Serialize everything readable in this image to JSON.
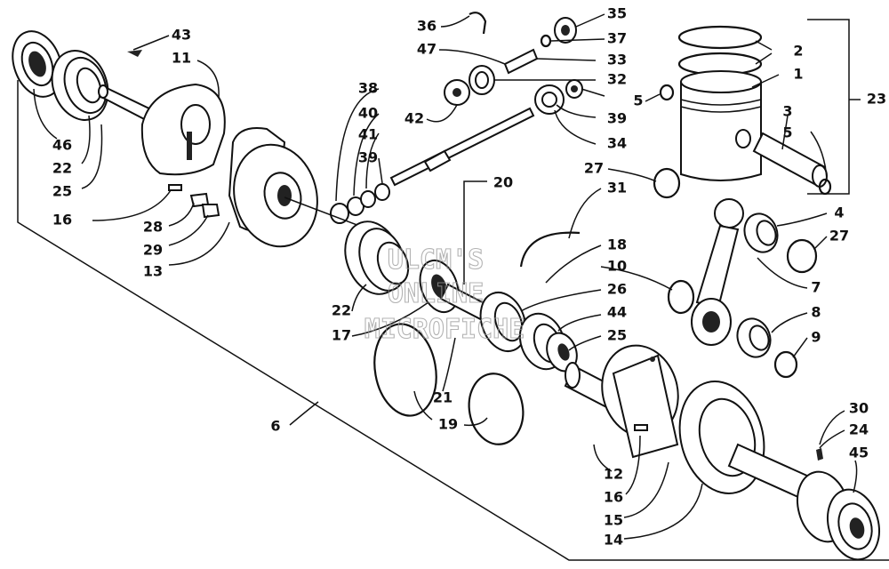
{
  "watermark": {
    "line1": "ULCM'S",
    "line2": "ONLINE",
    "line3": "MICROFICHE"
  },
  "callouts": {
    "n1": "1",
    "n2": "2",
    "n3": "3",
    "n4": "4",
    "n5a": "5",
    "n5b": "5",
    "n6": "6",
    "n7": "7",
    "n8": "8",
    "n9": "9",
    "n10": "10",
    "n11": "11",
    "n12": "12",
    "n13": "13",
    "n14": "14",
    "n15": "15",
    "n16a": "16",
    "n16b": "16",
    "n17": "17",
    "n18": "18",
    "n19": "19",
    "n20": "20",
    "n21": "21",
    "n22a": "22",
    "n22b": "22",
    "n23": "23",
    "n24": "24",
    "n25a": "25",
    "n25b": "25",
    "n26": "26",
    "n27a": "27",
    "n27b": "27",
    "n28": "28",
    "n29": "29",
    "n30": "30",
    "n31": "31",
    "n32": "32",
    "n33": "33",
    "n34": "34",
    "n35": "35",
    "n36": "36",
    "n37": "37",
    "n38": "38",
    "n39a": "39",
    "n39b": "39",
    "n40": "40",
    "n41": "41",
    "n42": "42",
    "n43": "43",
    "n44": "44",
    "n45": "45",
    "n46": "46",
    "n47": "47"
  }
}
